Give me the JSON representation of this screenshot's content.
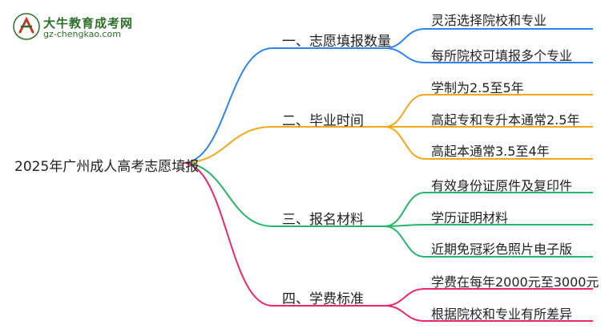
{
  "logo": {
    "title": "大牛教育成考网",
    "url": "gz-chengkao.com"
  },
  "root": "2025年广州成人高考志愿填报",
  "branches": [
    {
      "label": "一、志愿填报数量",
      "color": "#2f86e8",
      "leaves": [
        "灵活选择院校和专业",
        "每所院校可填报多个专业"
      ]
    },
    {
      "label": "二、毕业时间",
      "color": "#f0a81c",
      "leaves": [
        "学制为2.5至5年",
        "高起专和专升本通常2.5年",
        "高起本通常3.5至4年"
      ]
    },
    {
      "label": "三、报名材料",
      "color": "#26b56a",
      "leaves": [
        "有效身份证原件及复印件",
        "学历证明材料",
        "近期免冠彩色照片电子版"
      ]
    },
    {
      "label": "四、学费标准",
      "color": "#e8276f",
      "leaves": [
        "学费在每年2000元至3000元",
        "根据院校和专业有所差异"
      ]
    }
  ]
}
